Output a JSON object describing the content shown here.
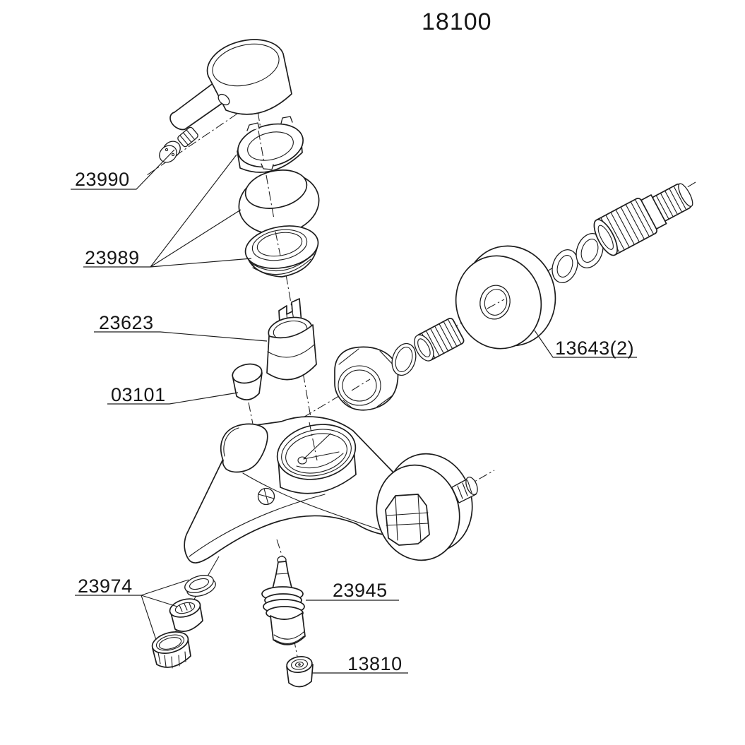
{
  "title": "18100",
  "colors": {
    "line": "#1d1d1d",
    "background": "#ffffff"
  },
  "callouts": [
    {
      "id": "handle-screw-and-cover",
      "label": "23990"
    },
    {
      "id": "trim-ring-set",
      "label": "23989"
    },
    {
      "id": "cartridge",
      "label": "23623"
    },
    {
      "id": "handle-plug",
      "label": "03101"
    },
    {
      "id": "wall-escutcheon",
      "label": "13643(2)"
    },
    {
      "id": "aerator-set",
      "label": "23974"
    },
    {
      "id": "diverter-cartridge",
      "label": "23945"
    },
    {
      "id": "check-valve-cap",
      "label": "13810"
    }
  ]
}
